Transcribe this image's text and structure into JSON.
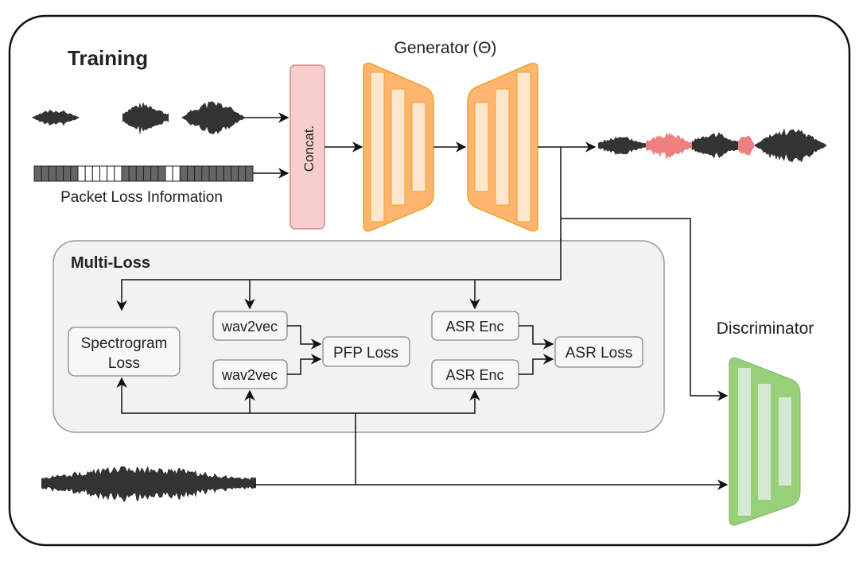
{
  "title": "Training",
  "generator_label": "Generator",
  "generator_param": "(Θ)",
  "concat_label": "Concat.",
  "packet_loss_label": "Packet Loss Information",
  "packet_loss_cells": [
    1,
    1,
    1,
    1,
    1,
    1,
    0,
    0,
    0,
    0,
    0,
    0,
    1,
    1,
    1,
    1,
    1,
    1,
    0,
    0,
    1,
    1,
    1,
    1,
    1,
    1,
    1,
    1,
    1,
    1
  ],
  "multiloss_label": "Multi-Loss",
  "spectrogram_loss_label": [
    "Spectrogram",
    "Loss"
  ],
  "wav2vec_top_label": "wav2vec",
  "wav2vec_bottom_label": "wav2vec",
  "pfp_loss_label": "PFP Loss",
  "asr_enc_top_label": "ASR Enc",
  "asr_enc_bottom_label": "ASR Enc",
  "asr_loss_label": "ASR Loss",
  "discriminator_label": "Discriminator",
  "colors": {
    "concat_fill": "#f8cecc",
    "concat_stroke": "#d98a8a",
    "generator_fill": "#ffb570",
    "generator_stroke": "#e8a525",
    "generator_bar": "#ffe6cc",
    "disc_fill": "#97d077",
    "disc_bar": "#d5e8d4",
    "waveform": "#333333",
    "waveform_concealed": "#f08080",
    "multiloss_fill": "#f2f2f2"
  }
}
